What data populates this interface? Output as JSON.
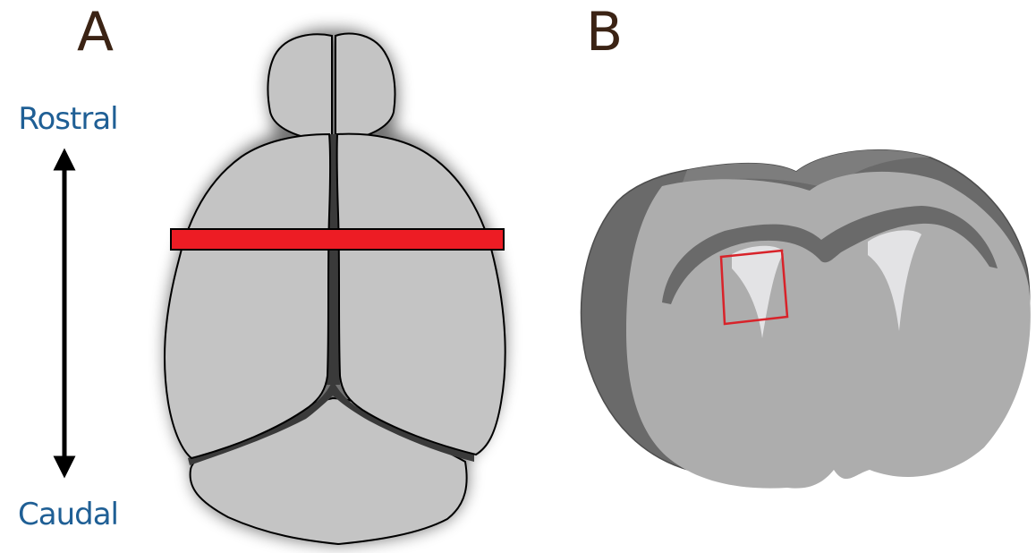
{
  "panels": {
    "a": {
      "letter": "A"
    },
    "b": {
      "letter": "B"
    }
  },
  "axis": {
    "top_label": "Rostral",
    "bottom_label": "Caudal"
  },
  "colors": {
    "letter": "#3b2314",
    "axis_label": "#1f5f95",
    "brain_fill": "#c4c4c4",
    "section_band": "#ed1c24",
    "roi_box": "#d8232a",
    "slice_side": "#6a6a6a",
    "slice_face": "#adadad",
    "ventricle": "#e3e3e5"
  }
}
